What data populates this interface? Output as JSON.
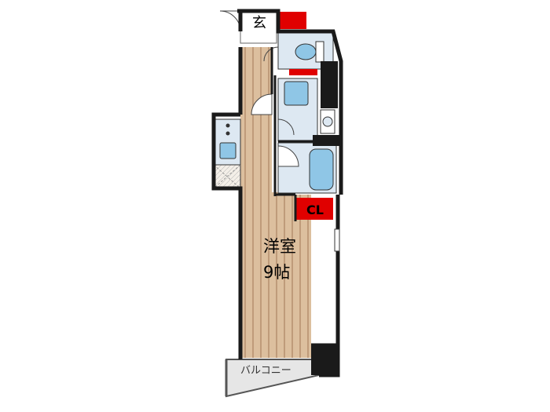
{
  "rooms": {
    "entrance": "玄",
    "western_room": "洋室",
    "western_room_size": "9帖",
    "closet": "CL",
    "balcony": "バルコニー"
  },
  "colors": {
    "wall": "#1a1a1a",
    "floor_wood": "#dcbf9e",
    "floor_stripe": "#b38c6a",
    "wet_area": "#dde8f2",
    "fixture": "#8fc6e6",
    "storage_red": "#e00000",
    "balcony_fill": "#e6e6e6"
  }
}
